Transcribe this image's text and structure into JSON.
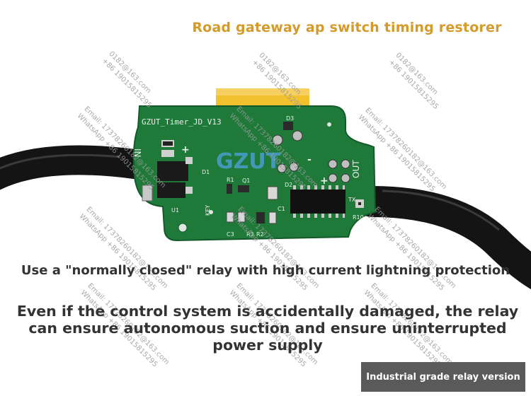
{
  "title": "Road gateway ap switch timing restorer",
  "board": {
    "silkscreen": "GZUT_Timer_JD_V13",
    "logo": "GZUT",
    "labels": {
      "in": "IN",
      "out": "OUT",
      "key": "KEY",
      "d1": "D1",
      "d2": "D2",
      "d3": "D3",
      "u1": "U1",
      "r1": "R1",
      "r2": "R2",
      "r3": "R3",
      "q1": "Q1",
      "c1": "C1",
      "c3": "C3",
      "tx": "TX",
      "r10": "R10",
      "plus": "+",
      "minus": "-"
    }
  },
  "watermark": {
    "email": "Email: 17378260182@163.com",
    "whatsapp": "WhatsApp +86 19015815295",
    "phone": "+86 19015815295",
    "email_short": "0182@163.com"
  },
  "caption_1": "Use a \"normally closed\" relay with high current lightning protection",
  "caption_2": "Even if the control system is accidentally damaged, the relay can ensure autonomous suction and ensure uninterrupted power supply",
  "badge": "Industrial grade relay version",
  "colors": {
    "title": "#d49a2a",
    "pcb": "#1f7a3a",
    "relay": "#f2c12e",
    "cable": "#141414",
    "badge_bg": "#5a5a5a"
  }
}
